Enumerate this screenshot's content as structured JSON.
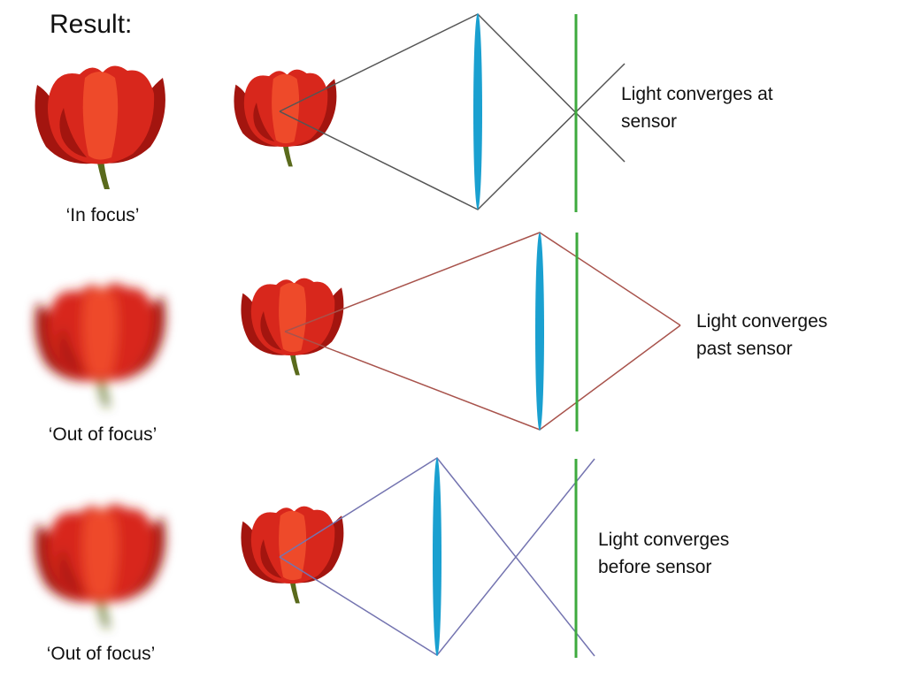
{
  "heading": "Result:",
  "rows": [
    {
      "caption": "‘In focus’",
      "note_lines": [
        "Light converges at",
        "sensor"
      ],
      "ray_color": "#555555"
    },
    {
      "caption": "‘Out of focus’",
      "note_lines": [
        "Light converges",
        "past sensor"
      ],
      "ray_color": "#a8534c"
    },
    {
      "caption": "‘Out of focus’",
      "note_lines": [
        "Light converges",
        "before sensor"
      ],
      "ray_color": "#7474b0"
    }
  ],
  "colors": {
    "lens": "#1aa0d0",
    "sensor": "#3eaa3e",
    "petal": "#d8271c",
    "petal_dark": "#a3150f",
    "petal_light": "#ee4a2a",
    "stem": "#5a6a1c"
  }
}
